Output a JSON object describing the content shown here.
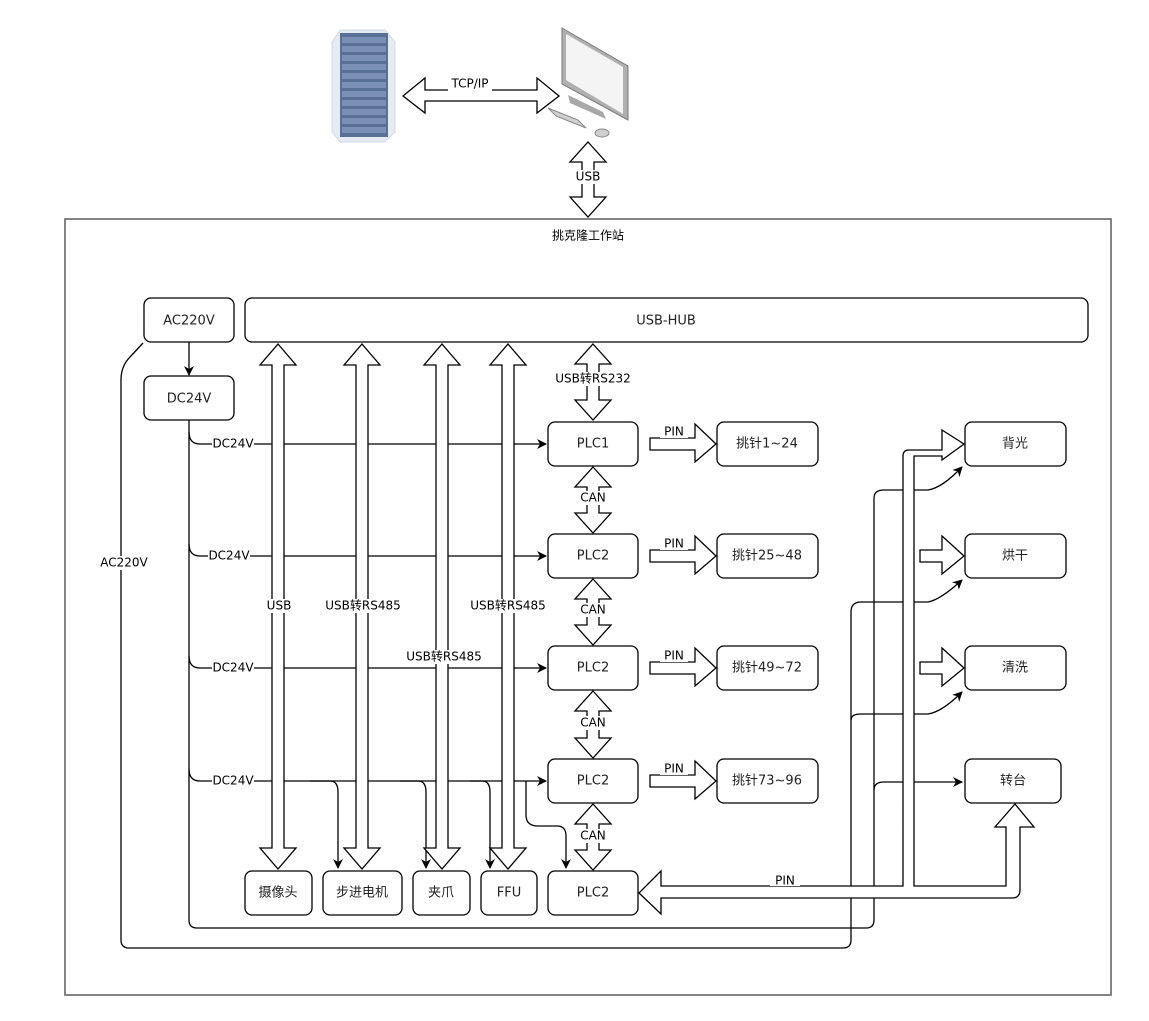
{
  "top": {
    "server_icon": "server-rack-icon",
    "computer_icon": "desktop-computer-icon",
    "server_pc_link": "TCP/IP",
    "pc_station_link": "USB"
  },
  "station": {
    "title": "挑克隆工作站",
    "power": {
      "ac": "AC220V",
      "dc": "DC24V",
      "ac_line_label": "AC220V"
    },
    "hub": "USB-HUB",
    "hub_plc_link": "USB转RS232",
    "dc_labels": [
      "DC24V",
      "DC24V",
      "DC24V",
      "DC24V"
    ],
    "plcs": [
      {
        "label": "PLC1",
        "pin_label": "PIN",
        "target": "挑针1~24"
      },
      {
        "label": "PLC2",
        "pin_label": "PIN",
        "target": "挑针25~48"
      },
      {
        "label": "PLC2",
        "pin_label": "PIN",
        "target": "挑针49~72"
      },
      {
        "label": "PLC2",
        "pin_label": "PIN",
        "target": "挑针73~96"
      },
      {
        "label": "PLC2"
      }
    ],
    "can_label": "CAN",
    "devices": [
      {
        "label": "摄像头",
        "link": "USB"
      },
      {
        "label": "步进电机",
        "link": "USB转RS485"
      },
      {
        "label": "夹爪",
        "link": "USB转RS485"
      },
      {
        "label": "FFU",
        "link": "USB转RS485"
      }
    ],
    "actuators": [
      "背光",
      "烘干",
      "清洗",
      "转台"
    ],
    "bottom_pin_label": "PIN"
  }
}
